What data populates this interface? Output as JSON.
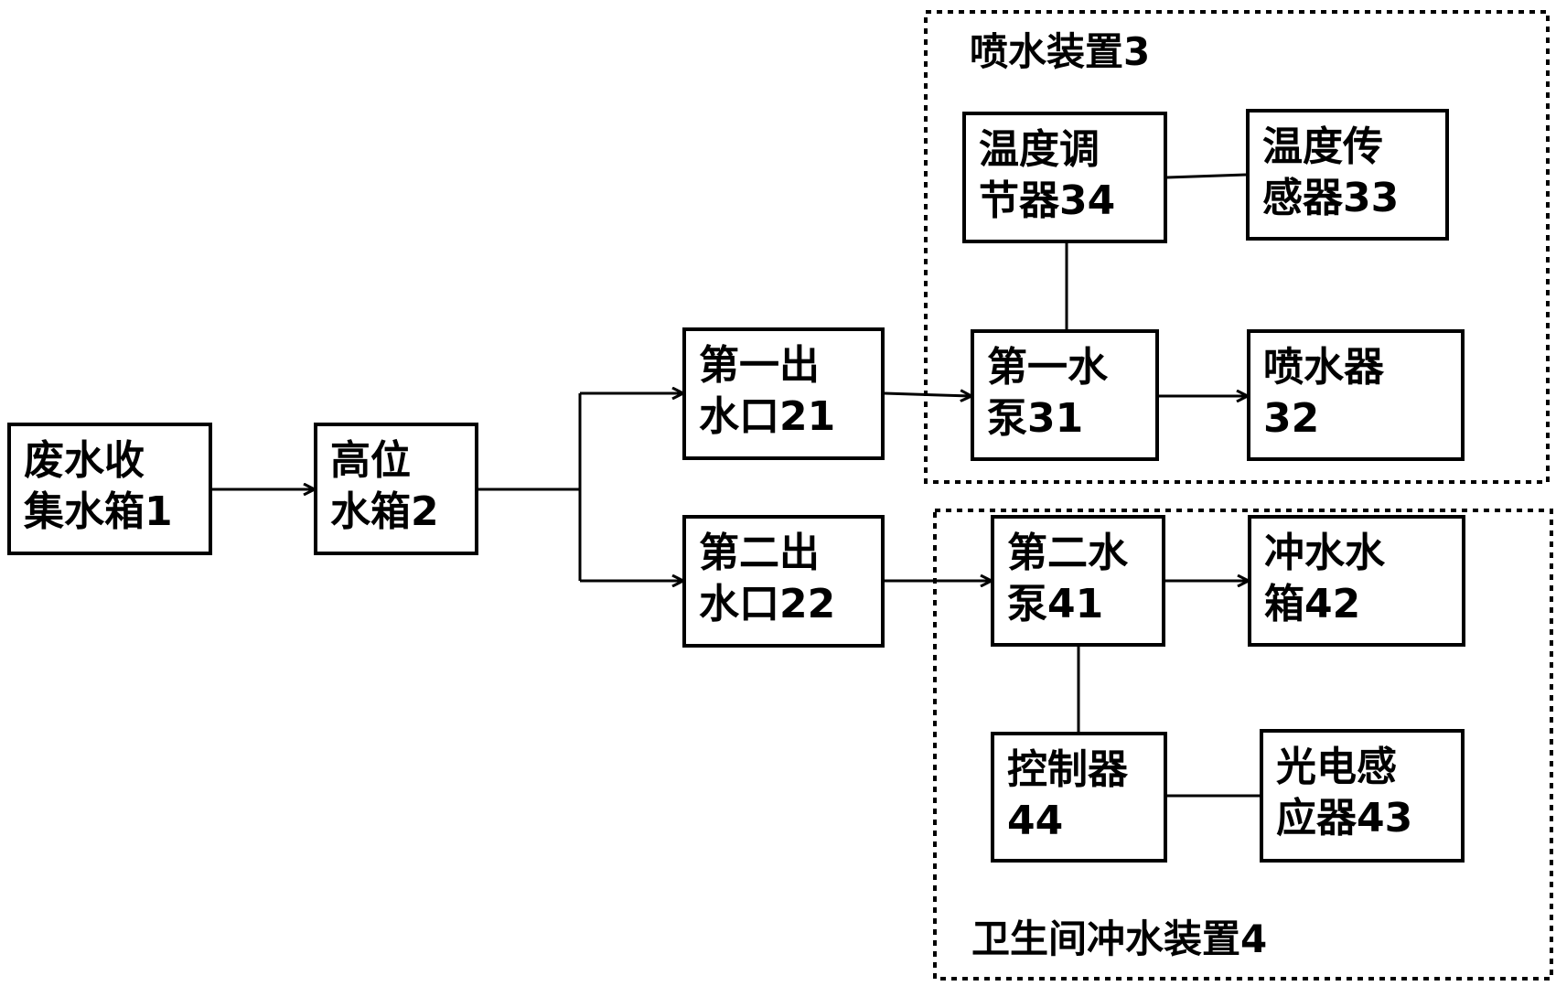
{
  "nodes": {
    "waste_tank": {
      "line1": "废水收",
      "line2": "集水箱1"
    },
    "high_tank": {
      "line1": "高位",
      "line2": "水箱2"
    },
    "outlet_21": {
      "line1": "第一出",
      "line2": "水口21"
    },
    "outlet_22": {
      "line1": "第二出",
      "line2": "水口22"
    },
    "temp_regulator_34": {
      "line1": "温度调",
      "line2": "节器34"
    },
    "temp_sensor_33": {
      "line1": "温度传",
      "line2": "感器33"
    },
    "pump_31": {
      "line1": "第一水",
      "line2": "泵31"
    },
    "sprinkler_32": {
      "line1": "喷水器",
      "line2": "32"
    },
    "pump_41": {
      "line1": "第二水",
      "line2": "泵41"
    },
    "flush_tank_42": {
      "line1": "冲水水",
      "line2": "箱42"
    },
    "controller_44": {
      "line1": "控制器",
      "line2": "44"
    },
    "photo_sensor_43": {
      "line1": "光电感",
      "line2": "应器43"
    }
  },
  "groups": {
    "spray_device": {
      "label": "喷水装置3"
    },
    "toilet_flush_device": {
      "label": "卫生间冲水装置4"
    }
  }
}
